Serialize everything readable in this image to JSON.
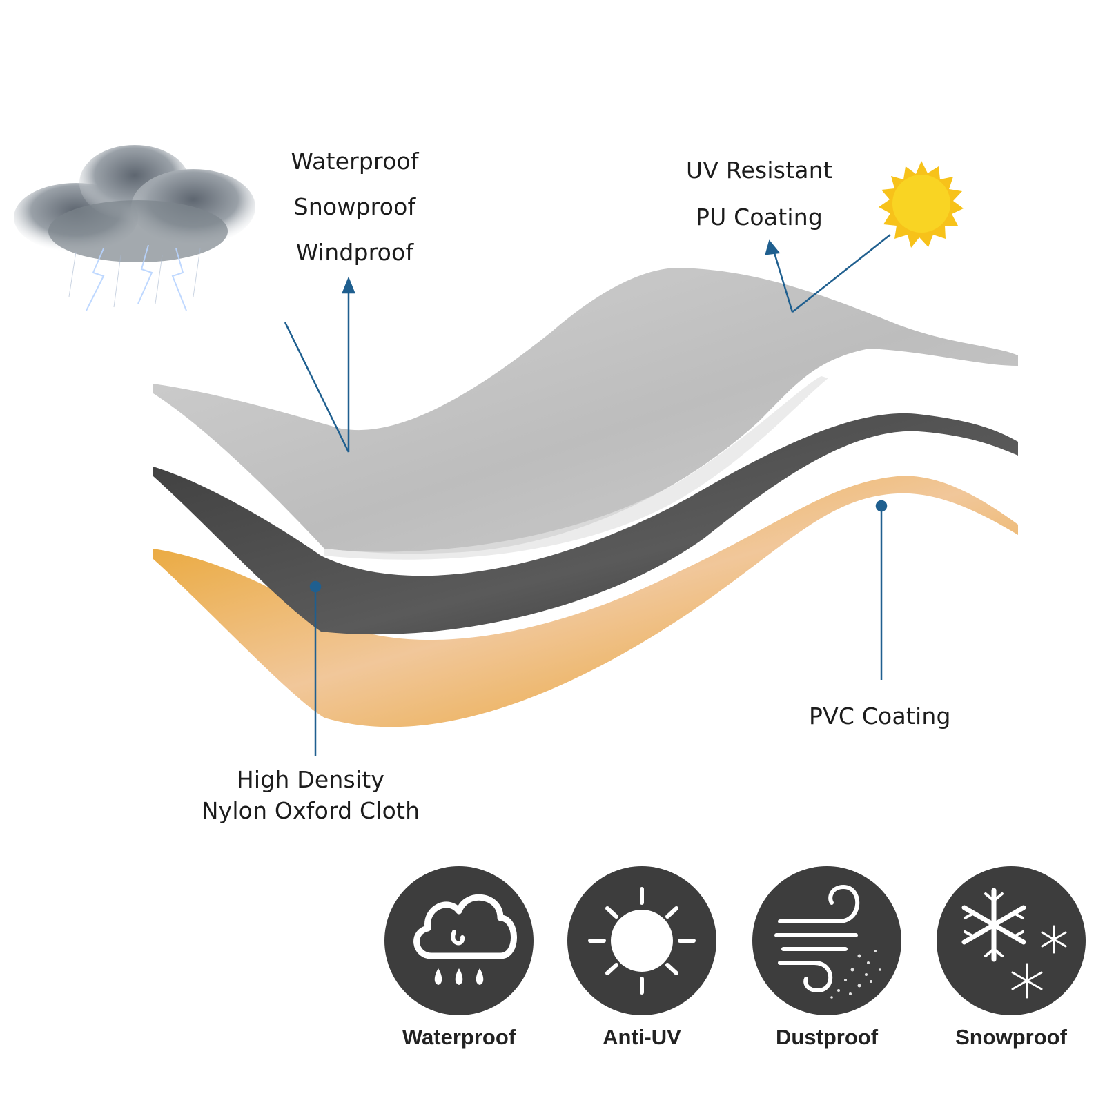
{
  "labels": {
    "top_left": [
      "Waterproof",
      "Snowproof",
      "Windproof"
    ],
    "top_right": [
      "UV Resistant",
      "PU Coating"
    ],
    "pvc": "PVC Coating",
    "nylon": [
      "High Density",
      "Nylon Oxford Cloth"
    ]
  },
  "features": [
    {
      "label": "Waterproof",
      "icon": "cloud-rain-icon"
    },
    {
      "label": "Anti-UV",
      "icon": "sun-icon"
    },
    {
      "label": "Dustproof",
      "icon": "wind-dust-icon"
    },
    {
      "label": "Snowproof",
      "icon": "snowflake-icon"
    }
  ],
  "colors": {
    "pointer": "#1f5f8f",
    "top_layer": "#c9c9c9",
    "middle_layer": "#4a4a4a",
    "bottom_layer": "#e6a21f",
    "sun": "#f7c21a",
    "icon_circle": "#3d3d3d"
  }
}
